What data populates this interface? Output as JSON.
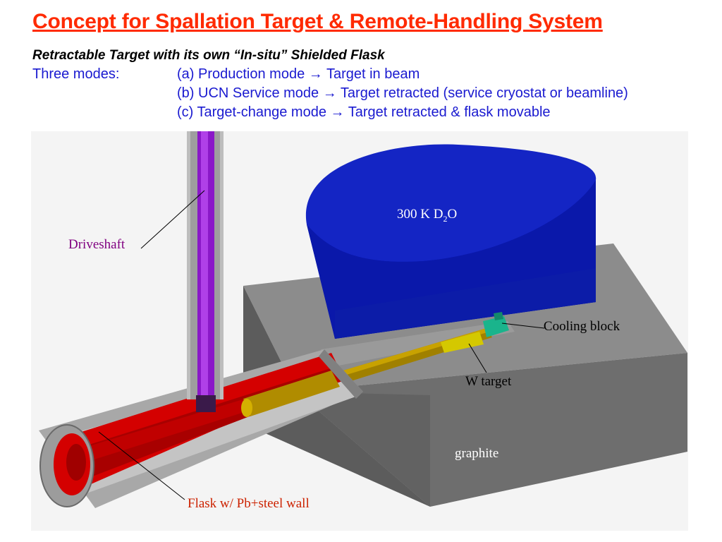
{
  "slide": {
    "title": "Concept for Spallation Target & Remote-Handling System",
    "subtitle": "Retractable Target with its own “In-situ” Shielded Flask",
    "modes_label": "Three modes:",
    "modes": [
      "(a) Production mode → Target in beam",
      "(b) UCN Service mode → Target retracted (service cryostat or beamline)",
      "(c) Target-change mode → Target retracted & flask movable"
    ]
  },
  "figure": {
    "labels": {
      "driveshaft": "Driveshaft",
      "d2o_prefix": "300 K D",
      "d2o_sub": "2",
      "d2o_suffix": "O",
      "cooling_block": "Cooling block",
      "w_target": "W target",
      "graphite": "graphite",
      "flask": "Flask w/ Pb+steel wall"
    },
    "colors": {
      "title": "#ff2a00",
      "modes_text": "#1a1ad0",
      "d2o_tank": "#0a1ab4",
      "graphite": "#7a7a7a",
      "flask_lead": "#d40000",
      "driveshaft": "#8a18c8",
      "w_target": "#d4c800",
      "cooling_block": "#1ab48c"
    }
  }
}
